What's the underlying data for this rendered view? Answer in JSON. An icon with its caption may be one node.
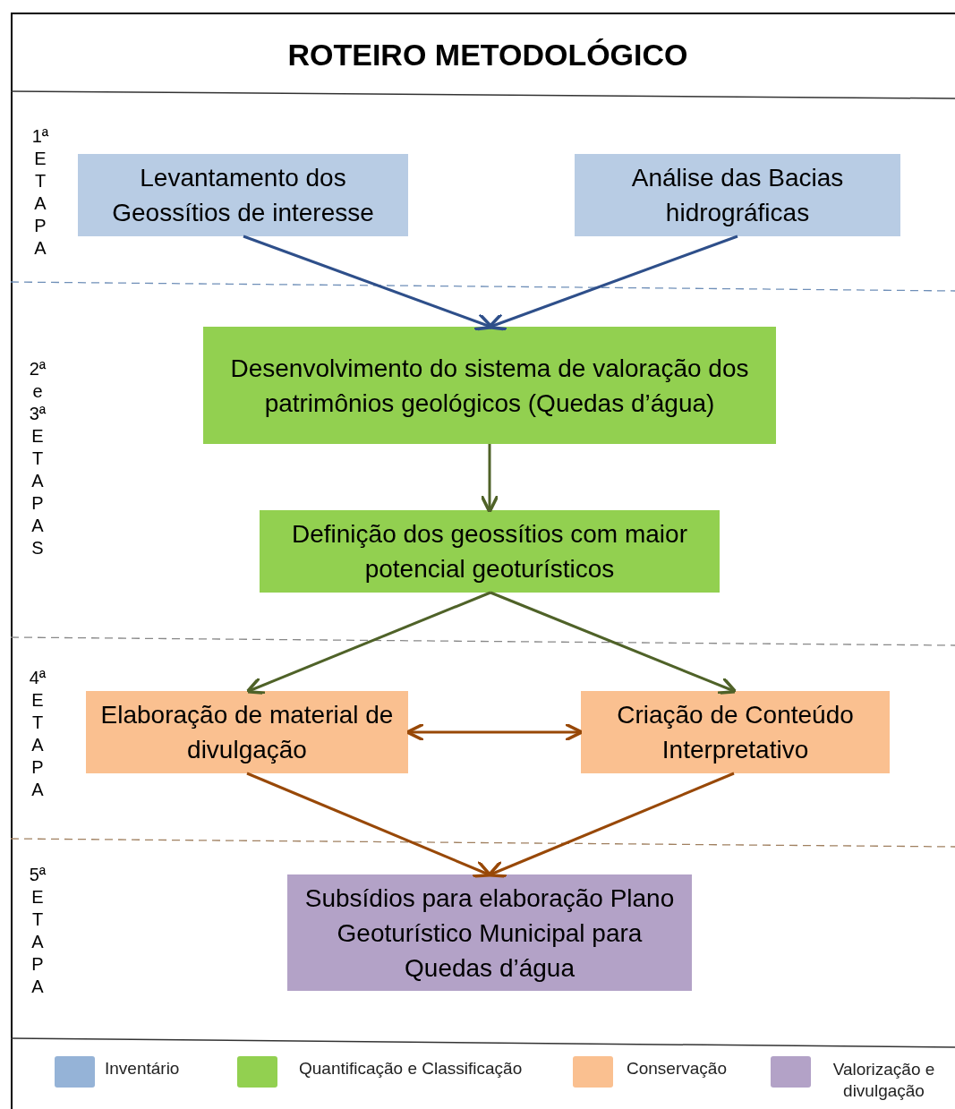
{
  "diagram": {
    "title": "ROTEIRO METODOLÓGICO",
    "nodes": [
      {
        "text": [
          "Levantamento dos Geossítios de interesse"
        ]
      },
      {
        "text": [
          "Análise das Bacias hidrográficas"
        ]
      },
      {
        "text": [
          "Desenvolvimento do sistema de valoração dos patrimônios geológicos (Quedas d’água)"
        ]
      },
      {
        "text": [
          "Definição dos geossítios com maior potencial geoturísticos"
        ]
      },
      {
        "text": [
          "Elaboração de material de divulgação"
        ]
      },
      {
        "text": [
          "Criação de  Conteúdo Interpretativo"
        ]
      },
      {
        "text": [
          "Subsídios para elaboração Plano Geoturístico Municipal para Quedas d’água"
        ]
      }
    ],
    "edges": [
      {
        "from": 0,
        "to": 2,
        "arrow": "to",
        "color": "#2e4f8a"
      },
      {
        "from": 1,
        "to": 2,
        "arrow": "to",
        "color": "#2e4f8a"
      },
      {
        "from": 2,
        "to": 3,
        "arrow": "to",
        "color": "#4f6228"
      },
      {
        "from": 3,
        "to": 4,
        "arrow": "to",
        "color": "#4f6228"
      },
      {
        "from": 3,
        "to": 5,
        "arrow": "to",
        "color": "#4f6228"
      },
      {
        "from": 4,
        "to": 5,
        "arrow": "both"
      },
      {
        "from": 4,
        "to": 6,
        "arrow": "to"
      },
      {
        "from": 5,
        "to": 6,
        "arrow": "to"
      }
    ],
    "labels": [
      "1ª ETAPA",
      "2ª e 3ª ETAPAS",
      "4ª ETAPA",
      "5ª ETAPA"
    ],
    "legend": [
      {
        "text": "Inventário",
        "color": "#95b3d7"
      },
      {
        "text": "Quantificação e Classificação",
        "color": "#92d050"
      },
      {
        "text": "Conservação",
        "color": "#fac090"
      },
      {
        "text": "Valorização e divulgação",
        "color": "#b3a2c7"
      }
    ]
  }
}
